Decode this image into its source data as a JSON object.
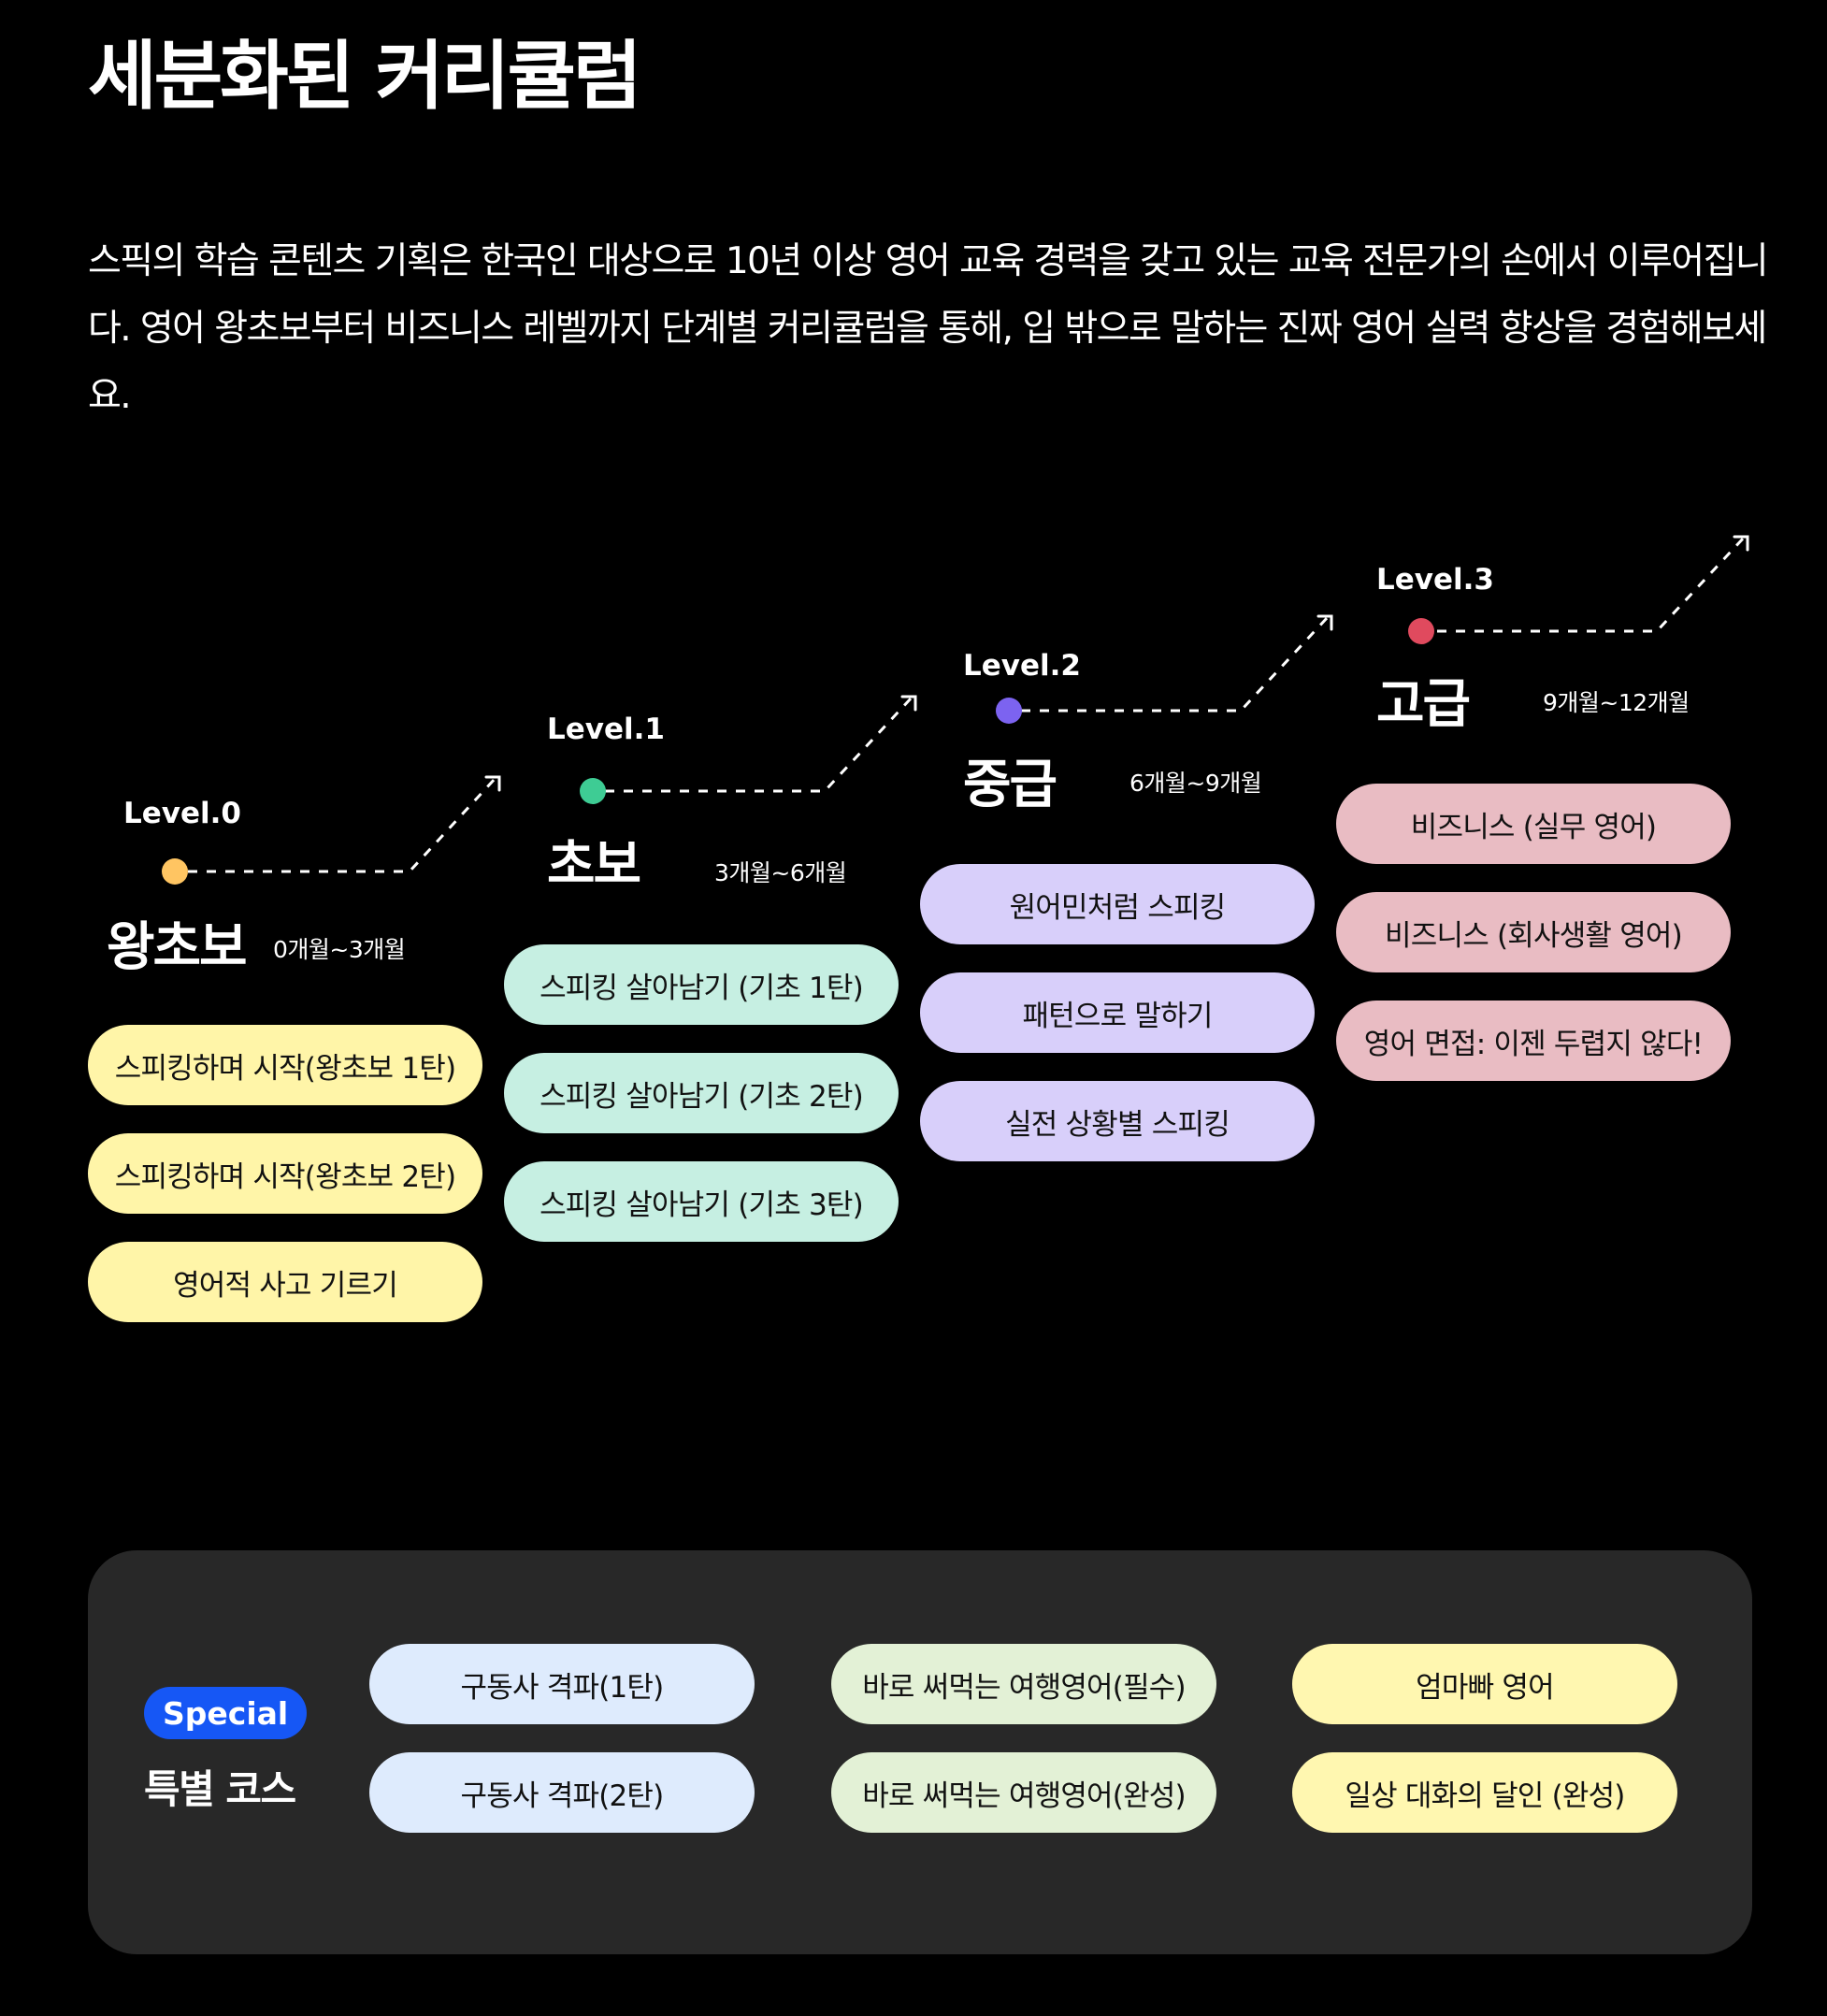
{
  "title": "세분화된 커리큘럼",
  "description": "스픽의 학습 콘텐츠 기획은 한국인 대상으로 10년 이상 영어 교육 경력을 갖고 있는 교육 전문가의 손에서 이루어집니다. 영어 왕초보부터 비즈니스 레벨까지 단계별 커리큘럼을 통해, 입 밖으로 말하는 진짜 영어 실력 향상을 경험해보세요.",
  "levels": [
    {
      "label": "Level.0",
      "name": "왕초보",
      "period": "0개월~3개월",
      "color": "#ffc562",
      "courses": [
        "스피킹하며 시작(왕초보 1탄)",
        "스피킹하며 시작(왕초보 2탄)",
        "영어적 사고 기르기"
      ],
      "pill_color": "#fff5a8"
    },
    {
      "label": "Level.1",
      "name": "초보",
      "period": "3개월~6개월",
      "color": "#3ecc94",
      "courses": [
        "스피킹 살아남기 (기초 1탄)",
        "스피킹 살아남기 (기초 2탄)",
        "스피킹 살아남기 (기초 3탄)"
      ],
      "pill_color": "#c6efe2"
    },
    {
      "label": "Level.2",
      "name": "중급",
      "period": "6개월~9개월",
      "color": "#7c63f0",
      "courses": [
        "원어민처럼 스피킹",
        "패턴으로 말하기",
        "실전 상황별 스피킹"
      ],
      "pill_color": "#d8cffa"
    },
    {
      "label": "Level.3",
      "name": "고급",
      "period": "9개월~12개월",
      "color": "#e04a5e",
      "courses": [
        "비즈니스 (실무 영어)",
        "비즈니스 (회사생활 영어)",
        "영어 면접: 이젠 두렵지 않다!"
      ],
      "pill_color": "#e9bcc3"
    }
  ],
  "special": {
    "badge": "Special",
    "title": "특별 코스",
    "columns": [
      {
        "color": "#deebfd",
        "items": [
          "구동사 격파(1탄)",
          "구동사 격파(2탄)"
        ]
      },
      {
        "color": "#e3f1d6",
        "items": [
          "바로 써먹는 여행영어(필수)",
          "바로 써먹는 여행영어(완성)"
        ]
      },
      {
        "color": "#fff7b0",
        "items": [
          "엄마빠 영어",
          "일상 대화의 달인 (완성)"
        ]
      }
    ]
  }
}
